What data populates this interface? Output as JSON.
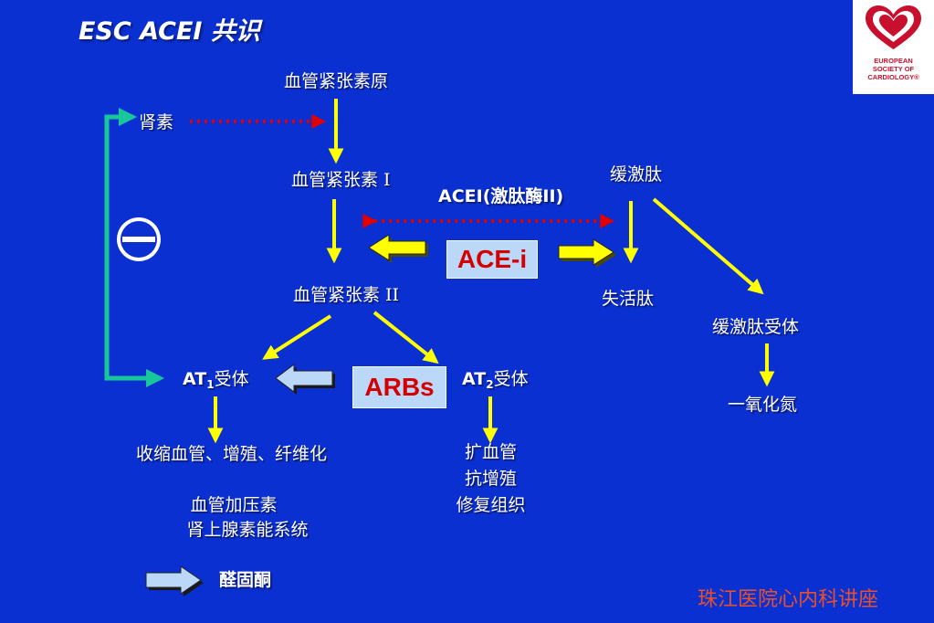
{
  "title": "ESC ACEI 共识",
  "logo": {
    "org_line1": "EUROPEAN",
    "org_line2": "SOCIETY OF",
    "org_line3": "CARDIOLOGY®",
    "icon": "heart-icon"
  },
  "nodes": {
    "angiotensinogen": "血管紧张素原",
    "renin": "肾素",
    "angiotensin_1": "血管紧张素 I",
    "angiotensin_2": "血管紧张素 II",
    "bradykinin": "缓激肽",
    "inactive_peptide": "失活肽",
    "bradykinin_receptor": "缓激肽受体",
    "nitric_oxide": "一氧化氮",
    "acei_label": "ACEI(激肽酶II)",
    "at1_prefix": "AT",
    "at1_sub": "1",
    "at1_suffix": "受体",
    "at2_prefix": "AT",
    "at2_sub": "2",
    "at2_suffix": "受体",
    "at1_effect_1": "收缩血管、增殖、纤维化",
    "at1_effect_2": "血管加压素",
    "at1_effect_3": "肾上腺素能系统",
    "at2_effect_1": "扩血管",
    "at2_effect_2": "抗增殖",
    "at2_effect_3": "修复组织",
    "aldosterone": "醛固酮"
  },
  "drugs": {
    "ace_inhibitor": "ACE-i",
    "arb": "ARBs"
  },
  "feedback_symbol": "minus-circle-icon",
  "footer": "珠江医院心内科讲座",
  "colors": {
    "background": "#0b30d2",
    "yellow_arrow": "#ffff00",
    "red_dotted": "#e00000",
    "feedback_green": "#17c79a",
    "drug_box": "#bcd8f8",
    "drug_text": "#d40000",
    "footer_text": "#e8502a"
  }
}
